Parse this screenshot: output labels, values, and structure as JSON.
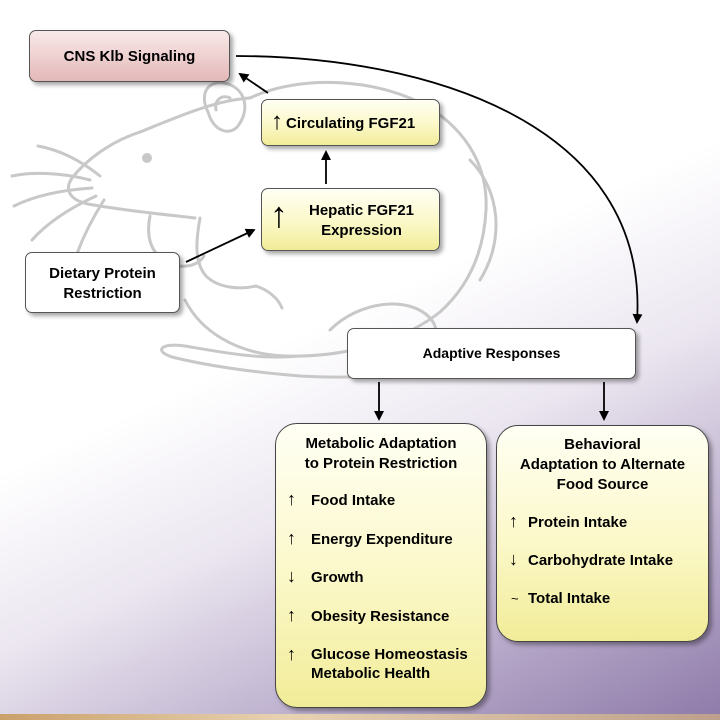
{
  "nodes": {
    "cns": "CNS Klb Signaling",
    "circulating": "Circulating FGF21",
    "hepatic_line1": "Hepatic FGF21",
    "hepatic_line2": "Expression",
    "dietary_line1": "Dietary Protein",
    "dietary_line2": "Restriction",
    "adaptive": "Adaptive Responses"
  },
  "metabolic_panel": {
    "title_line1": "Metabolic Adaptation",
    "title_line2": "to Protein Restriction",
    "items": [
      {
        "symbol": "↑",
        "label": "Food Intake"
      },
      {
        "symbol": "↑",
        "label": "Energy Expenditure"
      },
      {
        "symbol": "↓",
        "label": "Growth"
      },
      {
        "symbol": "↑",
        "label": "Obesity Resistance"
      },
      {
        "symbol": "↑",
        "label": "Glucose Homeostasis",
        "label2": "Metabolic Health"
      }
    ]
  },
  "behavioral_panel": {
    "title_line1": "Behavioral",
    "title_line2": "Adaptation to Alternate",
    "title_line3": "Food Source",
    "items": [
      {
        "symbol": "↑",
        "label": "Protein Intake"
      },
      {
        "symbol": "↓",
        "label": "Carbohydrate Intake"
      },
      {
        "symbol": "~",
        "label": "Total Intake"
      }
    ]
  },
  "increase_symbol": "↑",
  "colors": {
    "cns_box": "#e4b8b8",
    "yellow_box": "#f1ec98",
    "background_accent": "#8e7aa9",
    "mouse_outline": "#c8c8c8"
  }
}
